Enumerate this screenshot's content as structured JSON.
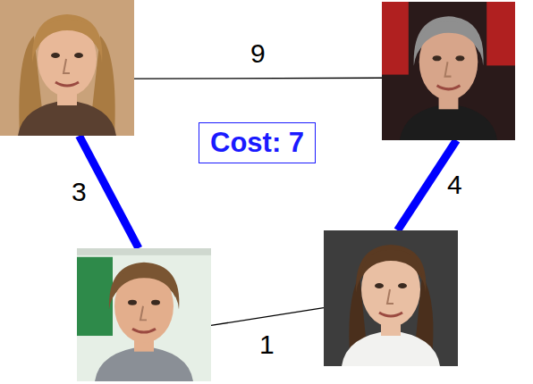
{
  "diagram": {
    "nodes": [
      {
        "text": []
      },
      {
        "text": []
      },
      {
        "text": [
          "Cost: 7"
        ]
      },
      {
        "text": []
      },
      {
        "text": []
      }
    ],
    "edges": [
      {
        "from": 0,
        "to": 1,
        "arrow": "none",
        "label": "9"
      },
      {
        "from": 0,
        "to": 3,
        "arrow": "none",
        "label": "3"
      },
      {
        "from": 1,
        "to": 4,
        "arrow": "none",
        "label": "4"
      },
      {
        "from": 3,
        "to": 4,
        "arrow": "none",
        "label": "1"
      }
    ]
  }
}
